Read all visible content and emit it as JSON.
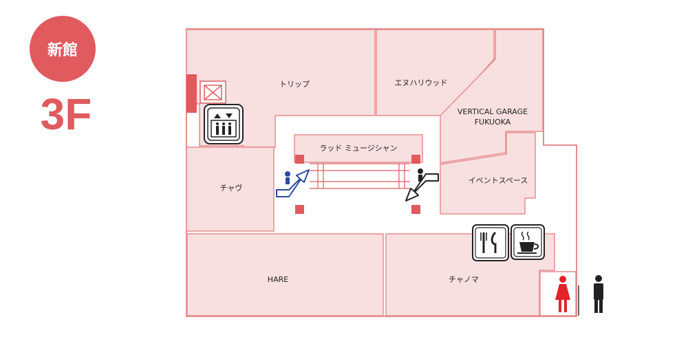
{
  "building": {
    "badge_label": "新館",
    "floor_label": "3F",
    "accent_color": "#e05a5e",
    "shop_fill_color": "#f9e0e0",
    "wall_color": "#e58c8e"
  },
  "shops": {
    "trip": "トリップ",
    "enu_hollywood": "エヌハリウッド",
    "vertical_garage_line1": "VERTICAL GARAGE",
    "vertical_garage_line2": "FUKUOKA",
    "rad_music": "ラッド ミュージシャン",
    "chavu": "チャヴ",
    "event_space": "イベントスペース",
    "hare": "HARE",
    "chanoma": "チャノマ"
  },
  "facilities": {
    "icons": [
      "elevator-icon",
      "escalator-up-icon",
      "escalator-down-icon",
      "restaurant-icon",
      "cafe-icon",
      "womens-restroom-icon",
      "mens-restroom-icon",
      "stairs-icon"
    ]
  }
}
